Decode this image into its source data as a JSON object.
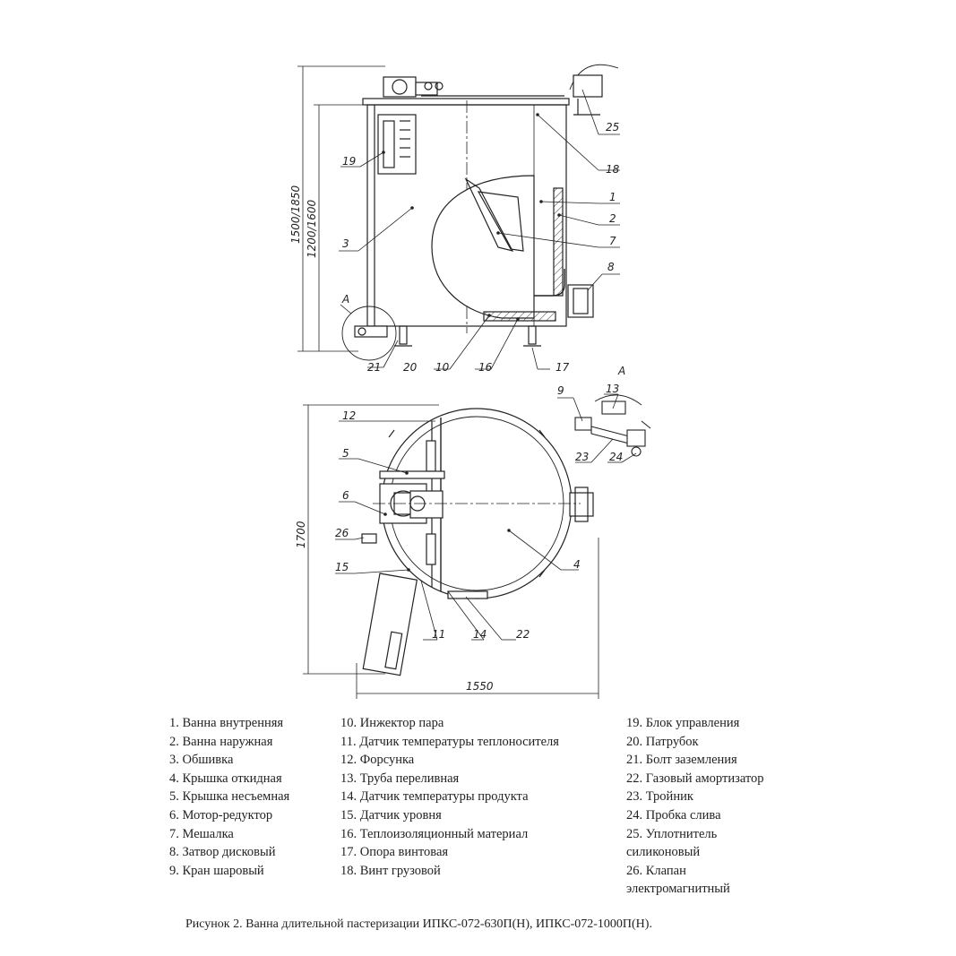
{
  "callouts": {
    "c1": "1",
    "c2": "2",
    "c3": "3",
    "c4": "4",
    "c5": "5",
    "c6": "6",
    "c7": "7",
    "c8": "8",
    "c9": "9",
    "c10": "10",
    "c11": "11",
    "c12": "12",
    "c13": "13",
    "c14": "14",
    "c15": "15",
    "c16": "16",
    "c17": "17",
    "c18": "18",
    "c19": "19",
    "c20": "20",
    "c21": "21",
    "c22": "22",
    "c23": "23",
    "c24": "24",
    "c25": "25",
    "c26": "26",
    "detail_a_mark": "A",
    "detail_a_title": "A"
  },
  "dimensions": {
    "overall_height": "1500/1850",
    "tank_height": "1200/1600",
    "plan_depth": "1700",
    "plan_width": "1550"
  },
  "legend": {
    "col1": [
      "1. Ванна внутренняя",
      "2. Ванна наружная",
      "3. Обшивка",
      "4. Крышка откидная",
      "5. Крышка несъемная",
      "6. Мотор-редуктор",
      "7. Мешалка",
      "8. Затвор дисковый",
      "9. Кран шаровый"
    ],
    "col2": [
      "10. Инжектор пара",
      "11. Датчик температуры теплоносителя",
      "12. Форсунка",
      "13. Труба переливная",
      "14. Датчик температуры продукта",
      "15. Датчик уровня",
      "16. Теплоизоляционный материал",
      "17. Опора винтовая",
      "18. Винт грузовой"
    ],
    "col3": [
      "19. Блок управления",
      "20. Патрубок",
      "21. Болт заземления",
      "22. Газовый амортизатор",
      "23. Тройник",
      "24. Пробка слива",
      "25. Уплотнитель",
      "силиконовый",
      "26. Клапан",
      "электромагнитный"
    ]
  },
  "caption": "Рисунок 2. Ванна длительной пастеризации ИПКС-072-630П(Н), ИПКС-072-1000П(Н)."
}
